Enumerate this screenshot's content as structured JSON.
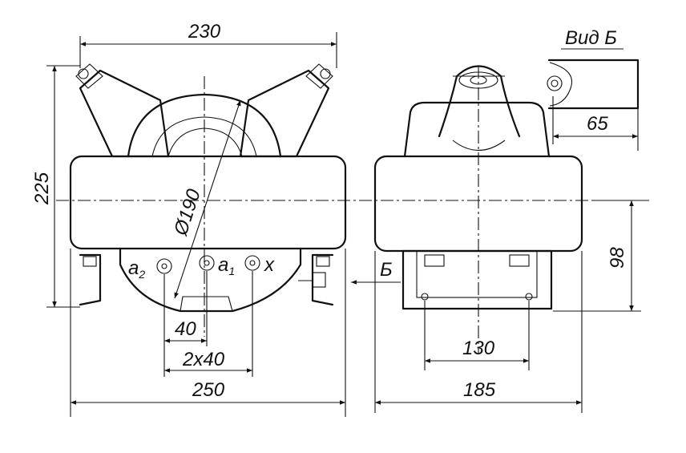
{
  "views": {
    "front": {
      "dims": {
        "top_width": "230",
        "height": "225",
        "diameter": "Ø190",
        "pitch_single": "40",
        "pitch_double": "2x40",
        "base_width": "250"
      },
      "terminals": {
        "a2_letter": "a",
        "a2_sub": "2",
        "a1_letter": "a",
        "a1_sub": "1",
        "x": "x"
      }
    },
    "side": {
      "dims": {
        "offset_98": "98",
        "mount_130": "130",
        "depth_185": "185"
      },
      "view_marker": "Б"
    },
    "detail": {
      "title": "Вид Б",
      "dim_65": "65"
    }
  }
}
